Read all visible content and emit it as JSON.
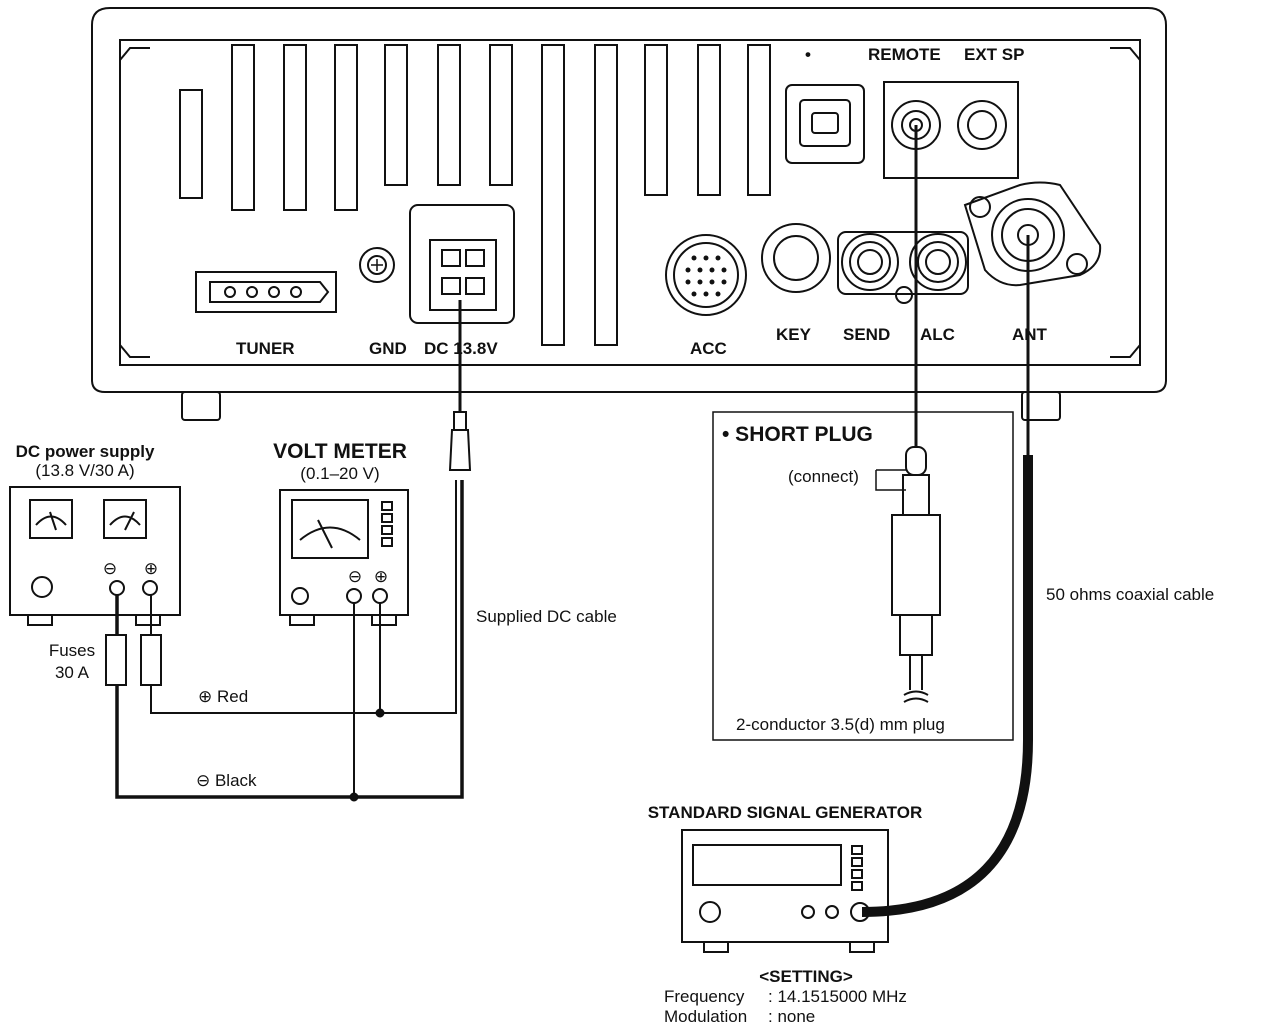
{
  "rear_panel": {
    "labels": {
      "usb": "•",
      "remote": "REMOTE",
      "ext_sp": "EXT SP",
      "tuner": "TUNER",
      "gnd": "GND",
      "dc": "DC 13.8V",
      "acc": "ACC",
      "key": "KEY",
      "send": "SEND",
      "alc": "ALC",
      "ant": "ANT"
    }
  },
  "power_supply": {
    "title": "DC power supply",
    "rating": "(13.8 V/30 A)",
    "fuses_line1": "Fuses",
    "fuses_line2": "30 A",
    "minus_symbol": "⊖",
    "plus_symbol": "⊕"
  },
  "volt_meter": {
    "title": "VOLT METER",
    "range": "(0.1–20 V)",
    "minus_symbol": "⊖",
    "plus_symbol": "⊕"
  },
  "cables": {
    "red": "⊕ Red",
    "black": "⊖ Black",
    "dc_cable": "Supplied DC cable",
    "coax": "50 ohms coaxial cable"
  },
  "short_plug": {
    "title": "• SHORT PLUG",
    "connect": "(connect)",
    "caption": "2-conductor 3.5(d) mm plug"
  },
  "signal_generator": {
    "title": "STANDARD SIGNAL GENERATOR",
    "setting_title": "<SETTING>",
    "freq_label": "Frequency",
    "freq_value": ": 14.1515000 MHz",
    "mod_label": "Modulation",
    "mod_value": ": none"
  }
}
